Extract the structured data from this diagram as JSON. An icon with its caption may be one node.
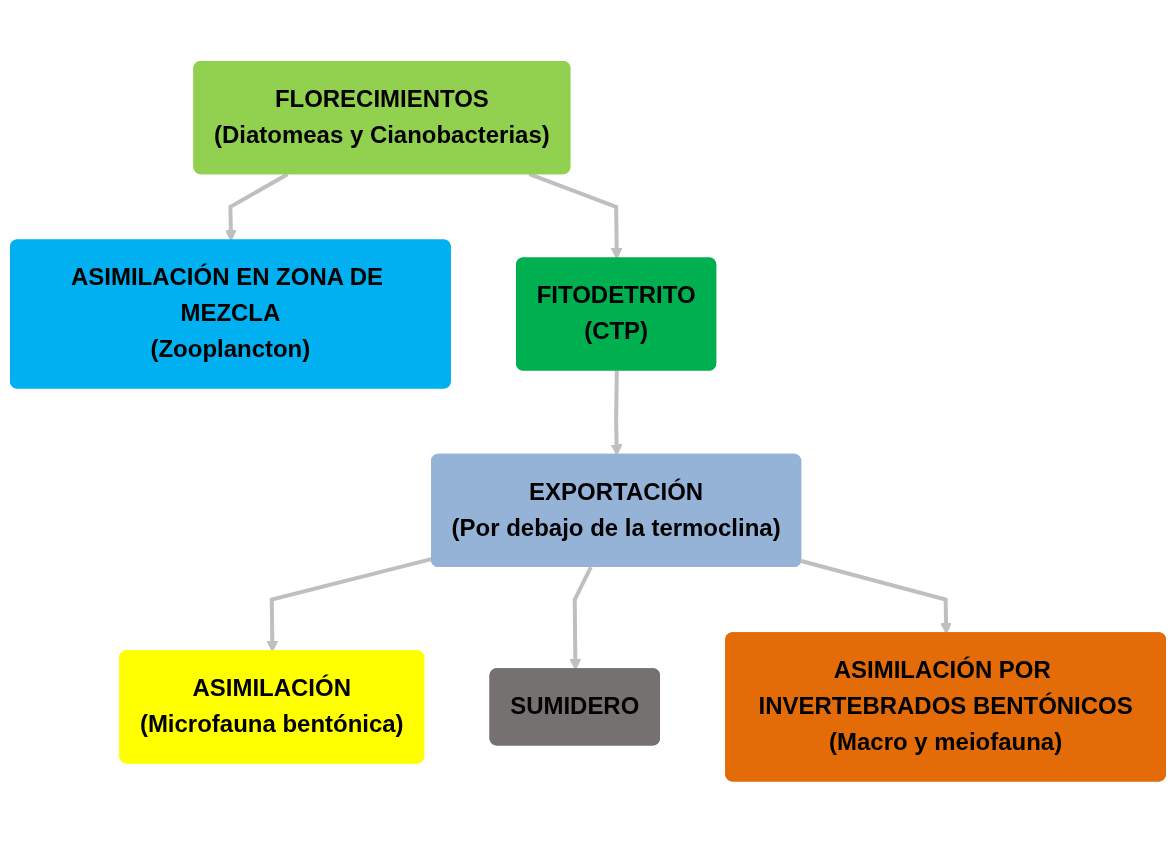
{
  "diagram": {
    "nodes": [
      {
        "text": [
          "FLORECIMIENTOS",
          "(Diatomeas y Cianobacterias)"
        ]
      },
      {
        "text": [
          "ASIMILACIÓN EN ZONA DE MEZCLA",
          "(Zooplancton)"
        ]
      },
      {
        "text": [
          "FITODETRITO",
          "(CTP)"
        ]
      },
      {
        "text": [
          "EXPORTACIÓN",
          "(Por debajo de la termoclina)"
        ]
      },
      {
        "text": [
          "ASIMILACIÓN",
          "(Microfauna bentónica)"
        ]
      },
      {
        "text": [
          "ASIMILACIÓN POR INVERTEBRADOS BENTÓNICOS",
          "(Macro y meiofauna)"
        ]
      },
      {
        "text": [
          "SUMIDERO"
        ]
      }
    ],
    "edges": [
      {
        "from": 0,
        "to": 1,
        "arrow": "to"
      },
      {
        "from": 0,
        "to": 2,
        "arrow": "to"
      },
      {
        "from": 2,
        "to": 3,
        "arrow": "to"
      },
      {
        "from": 3,
        "to": 4,
        "arrow": "to"
      },
      {
        "from": 3,
        "to": 6,
        "arrow": "to"
      },
      {
        "from": 3,
        "to": 5,
        "arrow": "to"
      }
    ]
  }
}
